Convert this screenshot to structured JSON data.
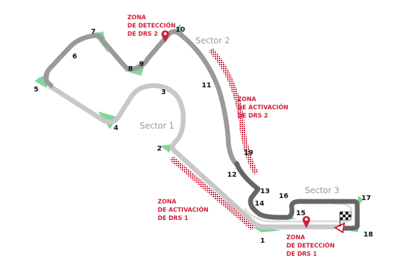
{
  "colors": {
    "sector1": "#c8c8c8",
    "sector2": "#9a9a9a",
    "sector3": "#666666",
    "runoff": "#86d49a",
    "drs": "#d0213a"
  },
  "sectors": [
    "Sector 1",
    "Sector 2",
    "Sector 3"
  ],
  "turns": [
    "1",
    "2",
    "3",
    "4",
    "5",
    "6",
    "7",
    "8",
    "9",
    "10",
    "11",
    "12",
    "13",
    "14",
    "15",
    "16",
    "17",
    "18",
    "19"
  ],
  "drs_zones": {
    "detection_2": [
      "ZONA",
      "DE DETECCIÓN",
      "DE DRS 2"
    ],
    "activation_2": [
      "ZONA",
      "DE ACTIVACIÓN",
      "DE DRS 2"
    ],
    "activation_1": [
      "ZONA",
      "DE ACTIVACIÓN",
      "DE DRS 1"
    ],
    "detection_1": [
      "ZONA",
      "DE DETECCIÓN",
      "DE DRS 1"
    ]
  },
  "icons": [
    "location-pin-icon",
    "checkered-flag-icon",
    "start-arrow-icon"
  ]
}
